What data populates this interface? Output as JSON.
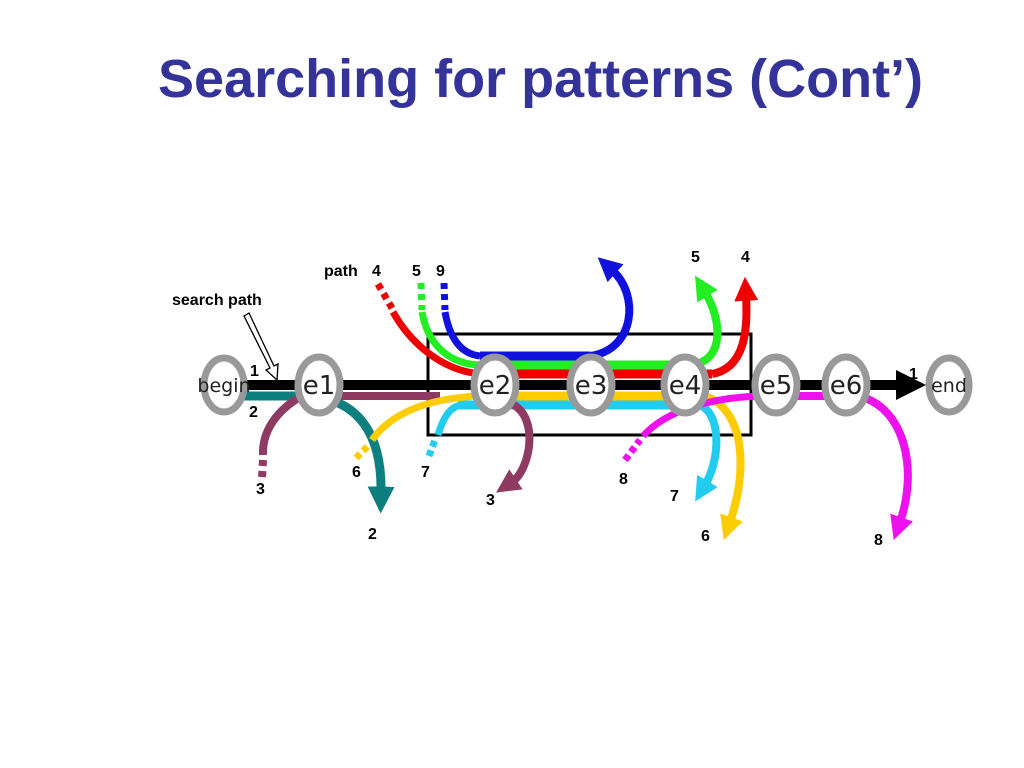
{
  "title": "Searching for patterns (Cont’)",
  "colors": {
    "title": "#333399",
    "path_1": "#000000",
    "path_2": "#0e7f7f",
    "path_3": "#8e3a62",
    "path_4": "#ee0000",
    "path_5": "#22ee22",
    "path_6": "#ffcc00",
    "path_7": "#22ccee",
    "path_8": "#ee11ee",
    "path_9": "#1111dd",
    "node_ring": "#999999"
  },
  "nodes": [
    "begin",
    "e1",
    "e2",
    "e3",
    "e4",
    "e5",
    "e6",
    "end"
  ],
  "labels": {
    "search_path": "search path",
    "path_prefix": "path",
    "top_left": [
      "4",
      "5",
      "9"
    ],
    "top_right": [
      "5",
      "4"
    ],
    "main_left_1": "1",
    "main_left_2": "2",
    "main_right_1": "1",
    "bottom": [
      "3",
      "6",
      "7",
      "2",
      "3",
      "8",
      "7",
      "6",
      "8"
    ]
  },
  "window": {
    "spans_nodes": [
      "e2",
      "e3",
      "e4"
    ]
  }
}
